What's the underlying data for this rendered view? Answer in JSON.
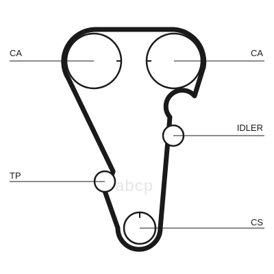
{
  "labels": {
    "ca_left": "CA",
    "ca_right": "CA",
    "idler": "IDLER",
    "tp": "TP",
    "cs": "CS"
  },
  "watermark": "abcp",
  "colors": {
    "belt": "#1a1a1a",
    "pulley": "#1a1a1a",
    "leader": "#1a1a1a",
    "watermark": "#e6e6e6"
  }
}
